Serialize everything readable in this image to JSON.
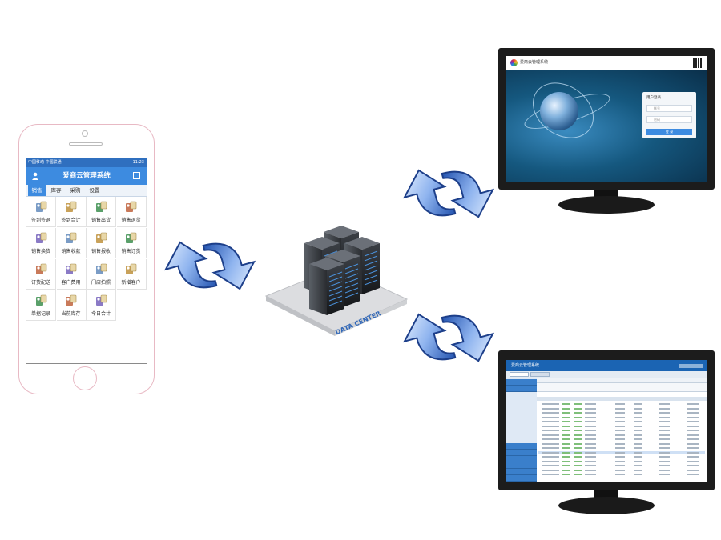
{
  "mobile_app": {
    "status_left": "中国移动 中国联通",
    "status_right": "11:23",
    "title": "爱商云管理系统",
    "tabs": [
      {
        "label": "销售",
        "active": true
      },
      {
        "label": "库存",
        "active": false
      },
      {
        "label": "采购",
        "active": false
      },
      {
        "label": "设置",
        "active": false
      }
    ],
    "grid_items": [
      {
        "label": "签到签退",
        "icon": "sign-in-icon"
      },
      {
        "label": "签到合计",
        "icon": "sign-total-icon"
      },
      {
        "label": "销售出货",
        "icon": "sales-shipment-icon"
      },
      {
        "label": "销售退货",
        "icon": "sales-return-icon"
      },
      {
        "label": "销售换货",
        "icon": "sales-exchange-icon"
      },
      {
        "label": "销售收款",
        "icon": "sales-payment-icon"
      },
      {
        "label": "销售报收",
        "icon": "sales-report-icon"
      },
      {
        "label": "销售订货",
        "icon": "sales-order-icon"
      },
      {
        "label": "订货配送",
        "icon": "order-delivery-icon"
      },
      {
        "label": "客户费用",
        "icon": "customer-cost-icon"
      },
      {
        "label": "门店拍照",
        "icon": "store-photo-icon"
      },
      {
        "label": "新增客户",
        "icon": "add-customer-icon"
      },
      {
        "label": "单据记录",
        "icon": "document-record-icon"
      },
      {
        "label": "当前库存",
        "icon": "current-stock-icon"
      },
      {
        "label": "今日合计",
        "icon": "today-total-icon"
      }
    ]
  },
  "server": {
    "label": "DATA CENTER"
  },
  "desktop_login": {
    "app_name": "爱商云管理系统",
    "box_title": "用户登录",
    "username_placeholder": "帐号",
    "password_placeholder": "密码",
    "login_button": "登 录"
  },
  "desktop_app": {
    "app_name": "爱商云管理系统"
  },
  "colors": {
    "accent_blue": "#3d8be0",
    "arrow_blue": "#2f5fb8",
    "phone_border": "#e8b9c4",
    "monitor_black": "#1c1c1c"
  }
}
